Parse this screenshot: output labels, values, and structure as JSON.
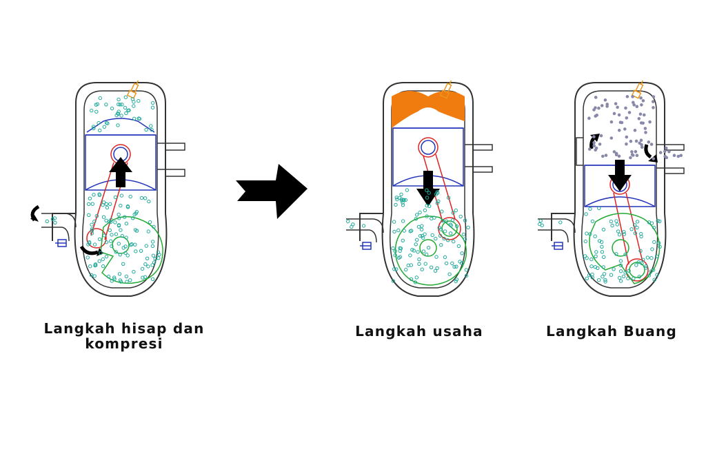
{
  "captions": {
    "intake_compression": "Langkah hisap dan\nkompresi",
    "power": "Langkah usaha",
    "exhaust": "Langkah Buang"
  },
  "colors": {
    "outline": "#333333",
    "crankcase": "#22aa33",
    "connecting_rod": "#dd2222",
    "piston": "#2233bb",
    "fuel_mixture": "#1fa99a",
    "exhaust_gas": "#8888a8",
    "combustion": "#f07c10",
    "spark_plug": "#e8961e",
    "arrow": "#000000"
  },
  "icons": {
    "stroke_direction": "thick-arrow-icon",
    "sequence": "big-right-arrow-icon",
    "rotation": "curved-arrow-icon",
    "ignition": "spark-plug-icon"
  }
}
